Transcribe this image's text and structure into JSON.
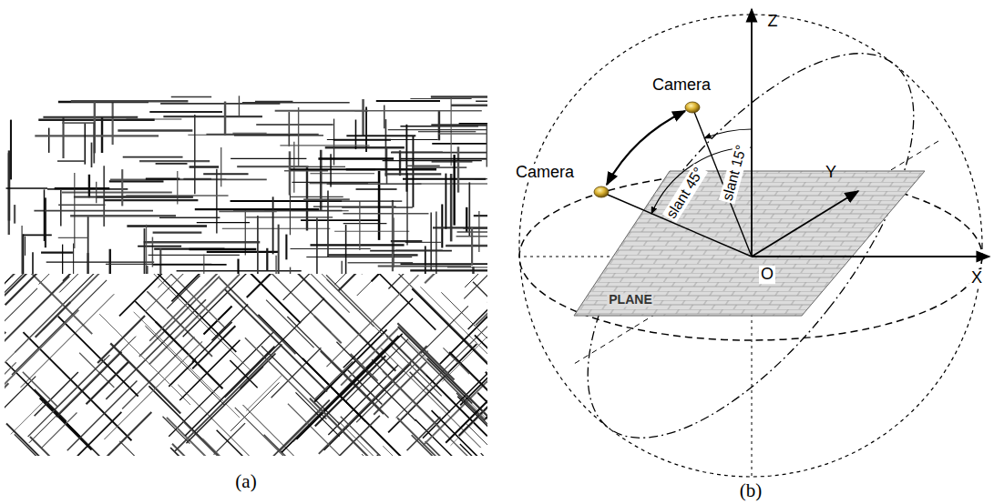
{
  "diagram": {
    "labels": [
      "Z",
      "Camera",
      "slant 15°",
      "slant 45°",
      "Y",
      "Camera",
      "X",
      "PLANE",
      "O",
      "(a)",
      "(b)"
    ]
  }
}
